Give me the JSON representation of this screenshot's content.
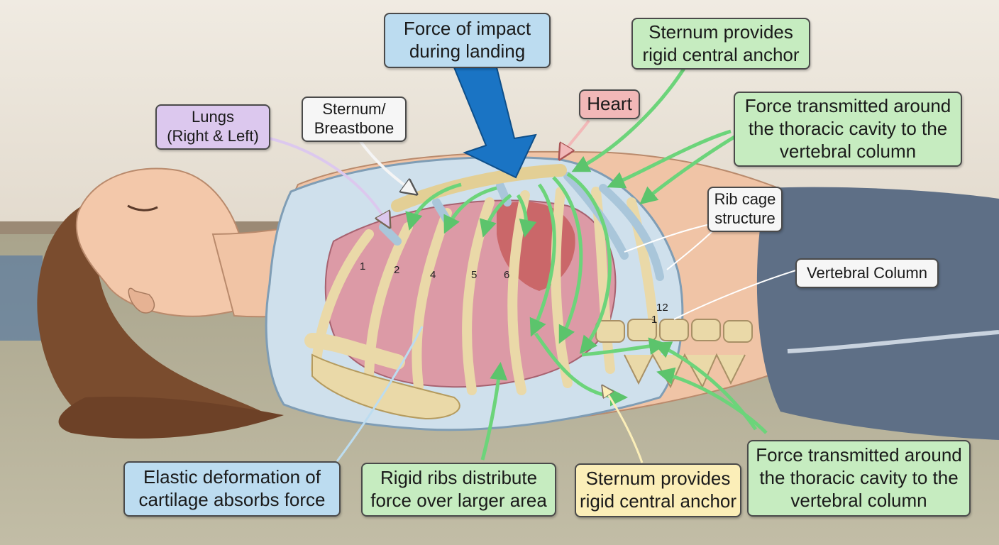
{
  "labels": {
    "force_of_impact": [
      "Force of impact",
      "during landing"
    ],
    "sternum_anchor_top": [
      "Sternum provides",
      "rigid central anchor"
    ],
    "heart": "Heart",
    "force_transmitted_top": [
      "Force transmitted around",
      "the thoracic cavity to the",
      "vertebral column"
    ],
    "lungs": [
      "Lungs",
      "(Right & Left)"
    ],
    "sternum_breastbone": [
      "Sternum/",
      "Breastbone"
    ],
    "rib_cage": [
      "Rib cage",
      "structure"
    ],
    "vertebral_column": "Vertebral Column",
    "elastic_deformation": [
      "Elastic deformation of",
      "cartilage absorbs force"
    ],
    "rigid_ribs": [
      "Rigid ribs distribute",
      "force over larger area"
    ],
    "sternum_anchor_bottom": [
      "Sternum provides",
      "rigid central anchor"
    ],
    "force_transmitted_bottom": [
      "Force transmitted around",
      "the thoracic cavity to the",
      "vertebral column"
    ]
  },
  "rib_numbers": [
    "1",
    "2",
    "4",
    "5",
    "6",
    "12",
    "1"
  ],
  "colors": {
    "wall": "#ece6dc",
    "floor": "#b9b39c",
    "arrow_blue": "#1a74c4",
    "arrow_green": "#6cd47a",
    "bone": "#ead9a8",
    "lung": "#dc9aa6",
    "shirt": "#5e6f86",
    "skin": "#f3c8aa",
    "hair": "#7a4c2e"
  }
}
